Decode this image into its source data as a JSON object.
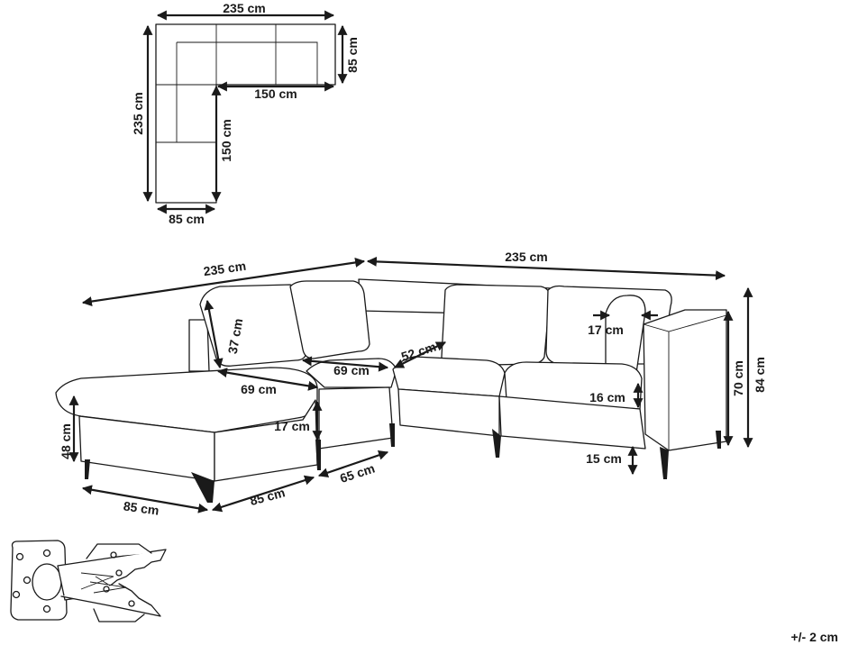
{
  "floorplan": {
    "top_width": "235 cm",
    "arm_depth": "85 cm",
    "inner_width": "150 cm",
    "left_height": "235 cm",
    "inner_height": "150 cm",
    "bottom_width": "85 cm"
  },
  "sofa": {
    "overall_left": "235 cm",
    "overall_right": "235 cm",
    "back_cushion_height": "37 cm",
    "seat_depth_a": "69 cm",
    "seat_depth_b": "69 cm",
    "corner_seat": "52 cm",
    "pillow_thickness": "17 cm",
    "seat_cushion_height": "16 cm",
    "arm_height": "70 cm",
    "total_height": "84 cm",
    "leg_height": "15 cm",
    "ottoman_cushion": "17 cm",
    "ottoman_height": "48 cm",
    "ottoman_width": "85 cm",
    "ottoman_depth": "85 cm",
    "module_depth": "65 cm"
  },
  "tolerance": "+/- 2 cm"
}
